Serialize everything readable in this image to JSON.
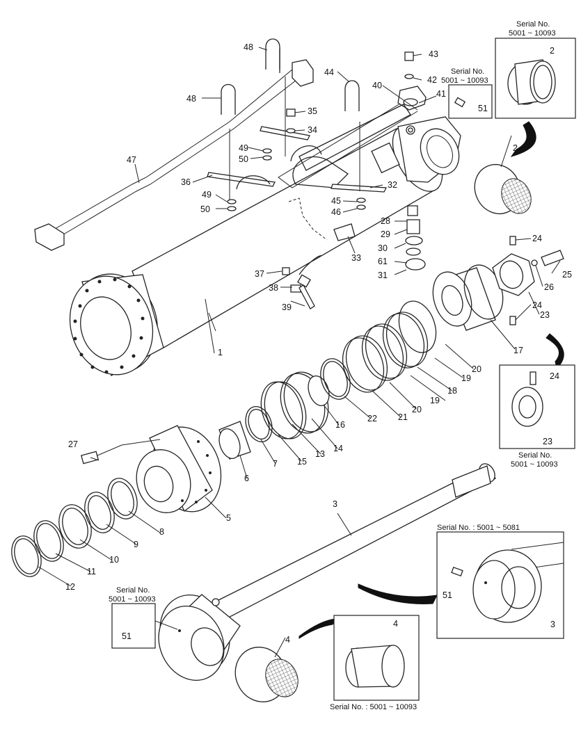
{
  "labels": {
    "l1": "1",
    "l2a": "2",
    "l2b": "2",
    "l3a": "3",
    "l3b": "3",
    "l4a": "4",
    "l4b": "4",
    "l5": "5",
    "l6": "6",
    "l7": "7",
    "l8": "8",
    "l9": "9",
    "l10": "10",
    "l11": "11",
    "l12": "12",
    "l13": "13",
    "l14": "14",
    "l15": "15",
    "l16": "16",
    "l17": "17",
    "l18": "18",
    "l19a": "19",
    "l19b": "19",
    "l20a": "20",
    "l20b": "20",
    "l21": "21",
    "l22": "22",
    "l23a": "23",
    "l23b": "23",
    "l24a": "24",
    "l24b": "24",
    "l24c": "24",
    "l25": "25",
    "l26": "26",
    "l27": "27",
    "l28": "28",
    "l29": "29",
    "l30": "30",
    "l31": "31",
    "l32": "32",
    "l33": "33",
    "l34": "34",
    "l35": "35",
    "l36": "36",
    "l37": "37",
    "l38": "38",
    "l39": "39",
    "l40": "40",
    "l41": "41",
    "l42": "42",
    "l43": "43",
    "l44": "44",
    "l45": "45",
    "l46": "46",
    "l47": "47",
    "l48a": "48",
    "l48b": "48",
    "l49a": "49",
    "l49b": "49",
    "l50a": "50",
    "l50b": "50",
    "l51a": "51",
    "l51b": "51",
    "l51c": "51",
    "l61": "61"
  },
  "serial": {
    "s_topright_1": "Serial No.",
    "s_topright_2": "5001 ~ 10093",
    "s_grease_1": "Serial No.",
    "s_grease_2": "5001 ~ 10093",
    "s_nut_1": "Serial No.",
    "s_nut_2": "5001 ~ 10093",
    "s_rod_end": "Serial No. : 5001 ~ 5081",
    "s_left_1": "Serial No.",
    "s_left_2": "5001 ~ 10093",
    "s_bushing": "Serial No. : 5001 ~ 10093"
  }
}
